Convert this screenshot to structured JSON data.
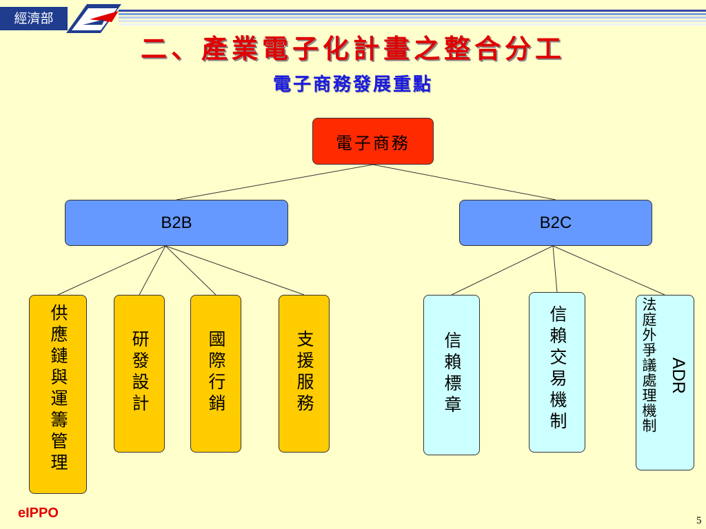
{
  "header": {
    "ministry": "經濟部",
    "stripe_colors": [
      "#3344AA",
      "#7AA0E0",
      "#B7CCF0",
      "#D9E4F7",
      "#EEF2FB"
    ]
  },
  "title": "二、產業電子化計畫之整合分工",
  "subtitle": "電子商務發展重點",
  "colors": {
    "root": "#FF2A00",
    "mid": "#6699FF",
    "b2b_leaf": "#FFCC00",
    "b2c_leaf": "#CCFFFF",
    "title": "#E00000",
    "subtitle": "#1A1AE0"
  },
  "tree": {
    "root": "電子商務",
    "b2b": {
      "label": "B2B",
      "children": [
        "供應鏈與運籌管理",
        "研發設計",
        "國際行銷",
        "支援服務"
      ]
    },
    "b2c": {
      "label": "B2C",
      "children": [
        "信賴標章",
        "信賴交易機制"
      ],
      "adr": {
        "cjk": "法庭外爭議處理機制",
        "latin": "ADR"
      }
    }
  },
  "footer": {
    "brand": "eIPPO",
    "page": "5"
  }
}
